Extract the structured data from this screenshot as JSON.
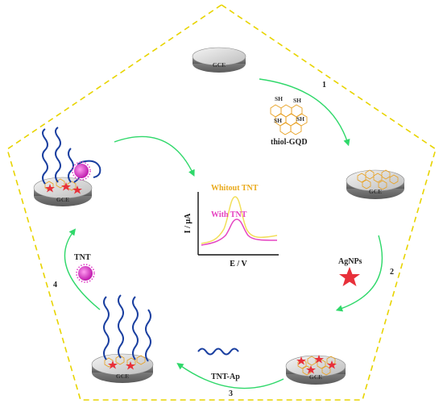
{
  "colors": {
    "pentagon_border": "#e8d400",
    "arrow": "#2fd86a",
    "aptamer": "#1a3fa0",
    "silver_np": "#e8303a",
    "tnt": "#e040c8",
    "gqd": "#e8a020",
    "curve_without_tnt": "#f2df5a",
    "curve_with_tnt": "#e545c2",
    "label_without_tnt": "#e9a91a",
    "label_with_tnt": "#e53fc0"
  },
  "electrodes": {
    "top_label": "GCE",
    "gqd_label": "GCE",
    "agnp_label": "GCE",
    "aptamer_label": "GCE",
    "final_label": "GCE"
  },
  "reagents": {
    "thiol_gqd": "thiol-GQD",
    "sh_group": "SH",
    "agnps": "AgNPs",
    "tnt_aptamer": "TNT-Ap",
    "tnt": "TNT"
  },
  "steps": [
    "1",
    "2",
    "3",
    "4"
  ],
  "voltammogram": {
    "label_without": "Whitout TNT",
    "label_with": "With TNT",
    "y_axis": "I / µA",
    "x_axis": "E / V"
  }
}
